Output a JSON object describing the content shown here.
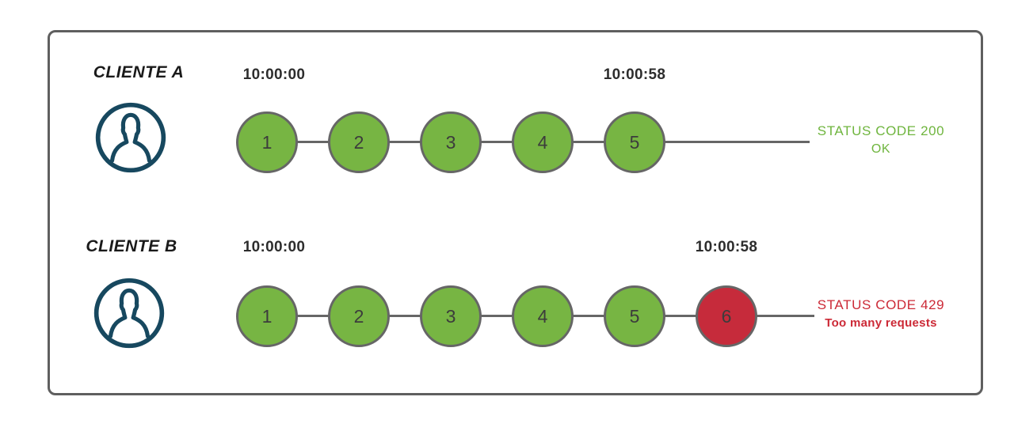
{
  "colors": {
    "frame-border": "#5f5f5f",
    "circle-green": "#77b543",
    "circle-red": "#c62b3b",
    "circle-border": "#666666",
    "line": "#666666",
    "status-green": "#6fb53e",
    "status-red": "#cc2936",
    "avatar-navy": "#17485f",
    "timestamp": "#2d2d2d",
    "label": "#1a1a1a"
  },
  "rows": [
    {
      "client_label": "CLIENTE A",
      "start_time": "10:00:00",
      "end_time": "10:00:58",
      "requests": [
        {
          "number": "1",
          "state": "ok"
        },
        {
          "number": "2",
          "state": "ok"
        },
        {
          "number": "3",
          "state": "ok"
        },
        {
          "number": "4",
          "state": "ok"
        },
        {
          "number": "5",
          "state": "ok"
        }
      ],
      "status": {
        "code_line": "STATUS CODE 200",
        "message_line": "OK",
        "type": "success"
      }
    },
    {
      "client_label": "CLIENTE B",
      "start_time": "10:00:00",
      "end_time": "10:00:58",
      "requests": [
        {
          "number": "1",
          "state": "ok"
        },
        {
          "number": "2",
          "state": "ok"
        },
        {
          "number": "3",
          "state": "ok"
        },
        {
          "number": "4",
          "state": "ok"
        },
        {
          "number": "5",
          "state": "ok"
        },
        {
          "number": "6",
          "state": "blocked"
        }
      ],
      "status": {
        "code_line": "STATUS CODE 429",
        "message_line": "Too many requests",
        "type": "error"
      }
    }
  ]
}
